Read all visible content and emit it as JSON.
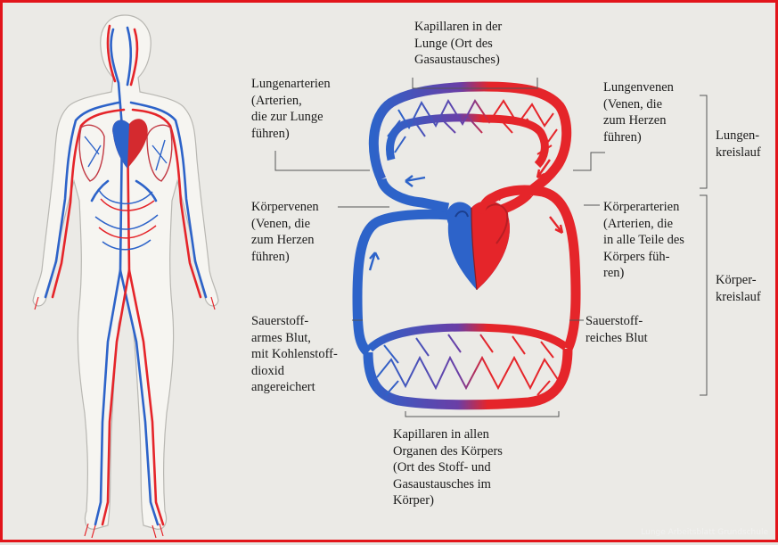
{
  "labels": {
    "kapillaren_lunge": "Kapillaren in der\nLunge (Ort des\nGasaustausches)",
    "lungenarterien": "Lungenarterien\n(Arterien,\ndie zur Lunge\nführen)",
    "lungenvenen": "Lungenvenen\n(Venen, die\nzum Herzen\nführen)",
    "lungenkreislauf": "Lungen-\nkreislauf",
    "koerpervenen": "Körpervenen\n(Venen, die\nzum Herzen\nführen)",
    "koerperarterien": "Körperarterien\n(Arterien, die\nin alle Teile des\nKörpers füh-\nren)",
    "koerperkreislauf": "Körper-\nkreislauf",
    "sauerstoffarmes": "Sauerstoff-\narmes Blut,\nmit Kohlenstoff-\ndioxid\nangereichert",
    "sauerstoffreiches": "Sauerstoff-\nreiches Blut",
    "kapillaren_organe": "Kapillaren in allen\nOrganen des Körpers\n(Ort des Stoff- und\nGasaustausches im\nKörper)"
  },
  "watermark": "Lunge Arbeitsblatt Grundschule",
  "colors": {
    "venous": "#2d63c9",
    "arterial": "#e5252a",
    "frame": "#e2151b",
    "skin": "#f6f5f1"
  }
}
